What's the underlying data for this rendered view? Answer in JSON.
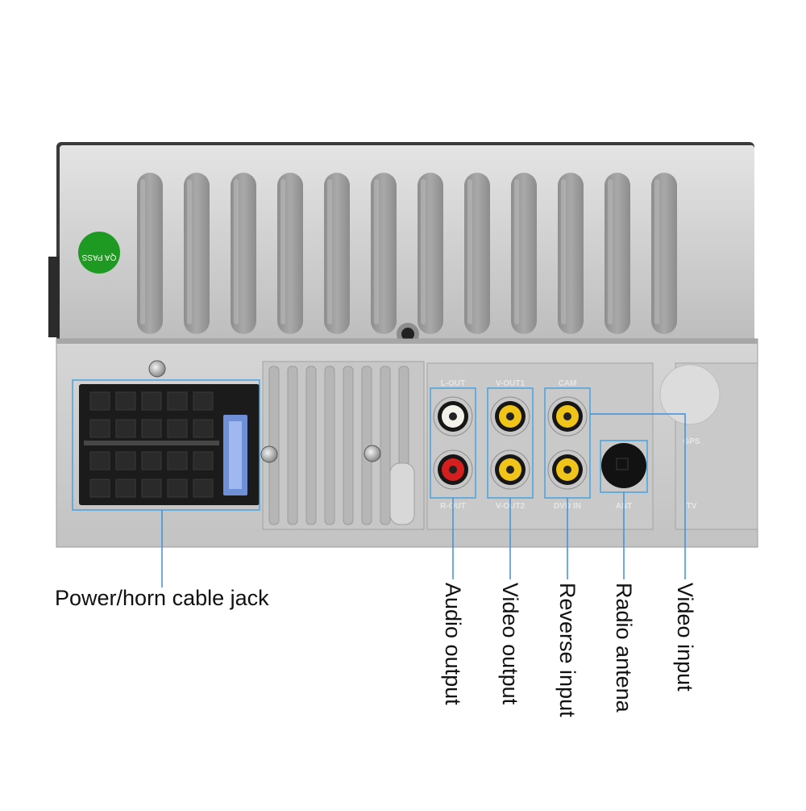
{
  "badge": {
    "text": "QA PASS",
    "color": "#1e9a23"
  },
  "colors": {
    "housing": "#cfcfcf",
    "callout_line": "#3d8fd8",
    "rca_red": "#d51f1f",
    "rca_yellow": "#f0c419",
    "rca_white": "#f4f1ea"
  },
  "ports": {
    "lout": "L-OUT",
    "vout1": "V-OUT1",
    "cam": "CAM",
    "rout": "R-OUT",
    "vout2": "V-OUT2",
    "dvdin": "DVD IN",
    "ant": "ANT",
    "gps": "GPS",
    "tv": "TV"
  },
  "callouts": {
    "power": "Power/horn cable jack",
    "audio": "Audio output",
    "video_out": "Video output",
    "reverse": "Reverse input",
    "radio": "Radio antena",
    "video_in": "Video input"
  }
}
